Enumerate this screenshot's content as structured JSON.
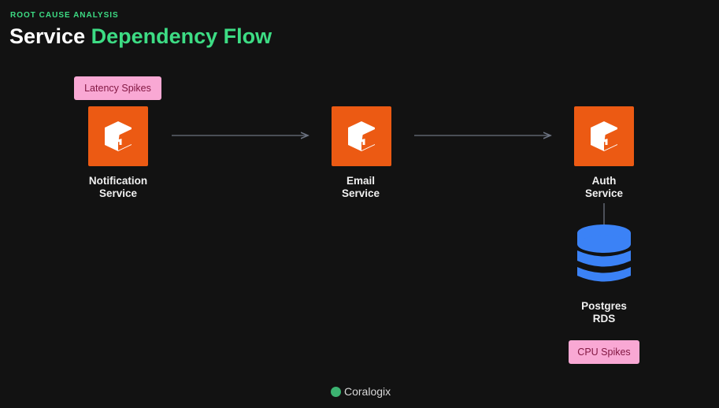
{
  "header": {
    "eyebrow": "ROOT CAUSE ANALYSIS",
    "title_plain": "Service",
    "title_highlight": "Dependency Flow"
  },
  "nodes": [
    {
      "line1": "Notification",
      "line2": "Service",
      "icon": "package-icon"
    },
    {
      "line1": "Email",
      "line2": "Service",
      "icon": "package-icon"
    },
    {
      "line1": "Auth",
      "line2": "Service",
      "icon": "package-icon"
    },
    {
      "line1": "Postgres",
      "line2": "RDS",
      "icon": "database-icon"
    }
  ],
  "badges": {
    "latency": "Latency Spikes",
    "cpu": "CPU Spikes"
  },
  "footer": {
    "brand": "Coralogix"
  },
  "colors": {
    "accent": "#3ddc84",
    "node": "#ec5a13",
    "db": "#3b82f6",
    "badge": "#f9a8d4"
  }
}
